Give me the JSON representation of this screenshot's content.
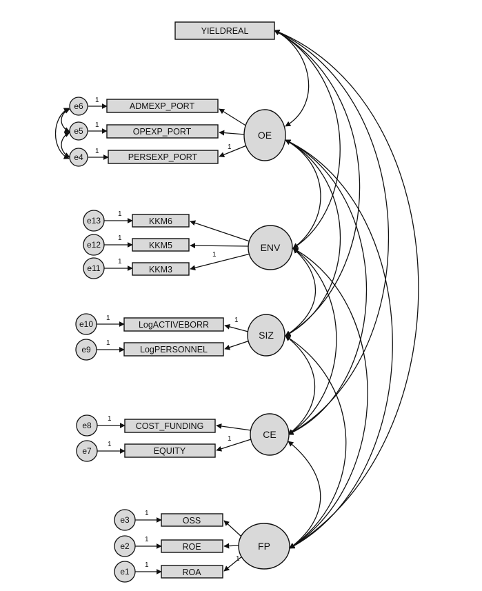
{
  "observed": {
    "yieldreal": "YIELDREAL",
    "admexp": "ADMEXP_PORT",
    "opexp": "OPEXP_PORT",
    "persexp": "PERSEXP_PORT",
    "kkm6": "KKM6",
    "kkm5": "KKM5",
    "kkm3": "KKM3",
    "logactive": "LogACTIVEBORR",
    "logpers": "LogPERSONNEL",
    "costfund": "COST_FUNDING",
    "equity": "EQUITY",
    "oss": "OSS",
    "roe": "ROE",
    "roa": "ROA"
  },
  "latent": {
    "oe": "OE",
    "env": "ENV",
    "siz": "SIZ",
    "ce": "CE",
    "fp": "FP"
  },
  "errors": {
    "e6": "e6",
    "e5": "e5",
    "e4": "e4",
    "e13": "e13",
    "e12": "e12",
    "e11": "e11",
    "e10": "e10",
    "e9": "e9",
    "e8": "e8",
    "e7": "e7",
    "e3": "e3",
    "e2": "e2",
    "e1": "e1"
  },
  "fixed_weight": "1"
}
